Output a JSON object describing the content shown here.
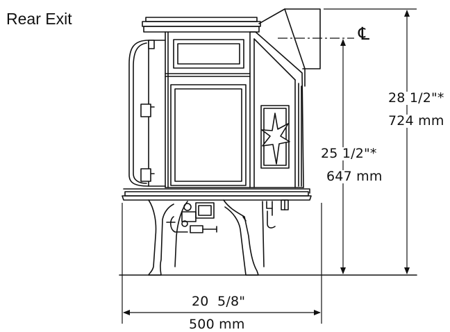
{
  "title": "Rear Exit",
  "centerline_symbol": "℄",
  "dimensions": {
    "overall_height": {
      "imperial": "28 1/2\"*",
      "metric": "724 mm"
    },
    "flue_center_height": {
      "imperial": "25 1/2\"*",
      "metric": "647 mm"
    },
    "width": {
      "imperial": "20  5/8\"",
      "metric": "500 mm"
    }
  },
  "colors": {
    "line": "#111111",
    "background": "#ffffff"
  }
}
